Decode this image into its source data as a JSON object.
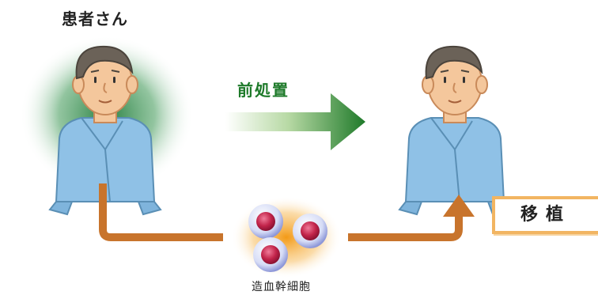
{
  "labels": {
    "patient": "患者さん",
    "pretreatment": "前処置",
    "stem_cells": "造血幹細胞",
    "transplant": "移植"
  },
  "colors": {
    "flow_arrow": "#c8742c",
    "pretreat_arrow": "#1f7a2a",
    "gown": "#8fc1e6",
    "skin": "#f4c79c",
    "hair": "#6b6258",
    "cell": "#c2244a",
    "halo_green": "#2e8a4a",
    "halo_orange": "#f6a826",
    "box_border": "#f2b562"
  },
  "icons": [
    "patient-figure",
    "patient-figure-after",
    "stem-cell",
    "arrow-right",
    "arrow-up"
  ]
}
